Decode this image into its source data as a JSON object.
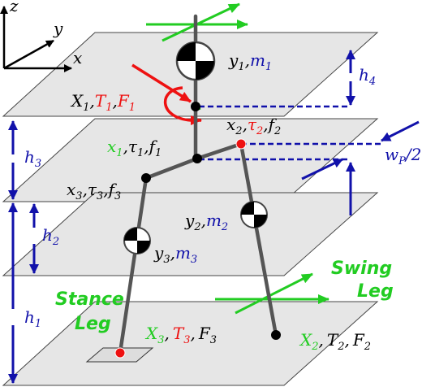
{
  "colors": {
    "black": "#000000",
    "red": "#ee1111",
    "green": "#22cc22",
    "blue": "#1111aa",
    "plane": "#e6e6e6",
    "link": "#555555"
  },
  "axes": {
    "z": "z",
    "y": "y",
    "x": "x"
  },
  "labels": {
    "upper_body_y": "y",
    "upper_body_y_sub": "1",
    "upper_body_m": "m",
    "upper_body_m_sub": "1",
    "torso_X": "X",
    "torso_X_sub": "1",
    "torso_T": "T",
    "torso_T_sub": "1",
    "torso_F": "F",
    "torso_F_sub": "1",
    "hip_x": "x",
    "hip_x_sub": "1",
    "hip_tau": "τ",
    "hip_tau_sub": "1",
    "hip_f": "f",
    "hip_f_sub": "1",
    "sw_hip_x": "x",
    "sw_hip_x_sub": "2",
    "sw_hip_tau": "τ",
    "sw_hip_tau_sub": "2",
    "sw_hip_f": "f",
    "sw_hip_f_sub": "2",
    "st_knee_x": "x",
    "st_knee_x_sub": "3",
    "st_knee_tau": "τ",
    "st_knee_tau_sub": "3",
    "st_knee_f": "f",
    "st_knee_f_sub": "3",
    "sw_leg_y": "y",
    "sw_leg_y_sub": "2",
    "sw_leg_m": "m",
    "sw_leg_m_sub": "2",
    "st_leg_y": "y",
    "st_leg_y_sub": "3",
    "st_leg_m": "m",
    "st_leg_m_sub": "3",
    "st_foot_X": "X",
    "st_foot_X_sub": "3",
    "st_foot_T": "T",
    "st_foot_T_sub": "3",
    "st_foot_F": "F",
    "st_foot_F_sub": "3",
    "sw_foot_X": "X",
    "sw_foot_X_sub": "2",
    "sw_foot_T": "T",
    "sw_foot_T_sub": "2",
    "sw_foot_F": "F",
    "sw_foot_F_sub": "2",
    "h1": "h",
    "h1_sub": "1",
    "h2": "h",
    "h2_sub": "2",
    "h3": "h",
    "h3_sub": "3",
    "h4": "h",
    "h4_sub": "4",
    "wp": "w",
    "wp_sub": "P",
    "wp_rest": "/2",
    "comma": ","
  },
  "legs": {
    "swing_1": "Swing",
    "swing_2": "Leg",
    "stance_1": "Stance",
    "stance_2": "Leg"
  }
}
